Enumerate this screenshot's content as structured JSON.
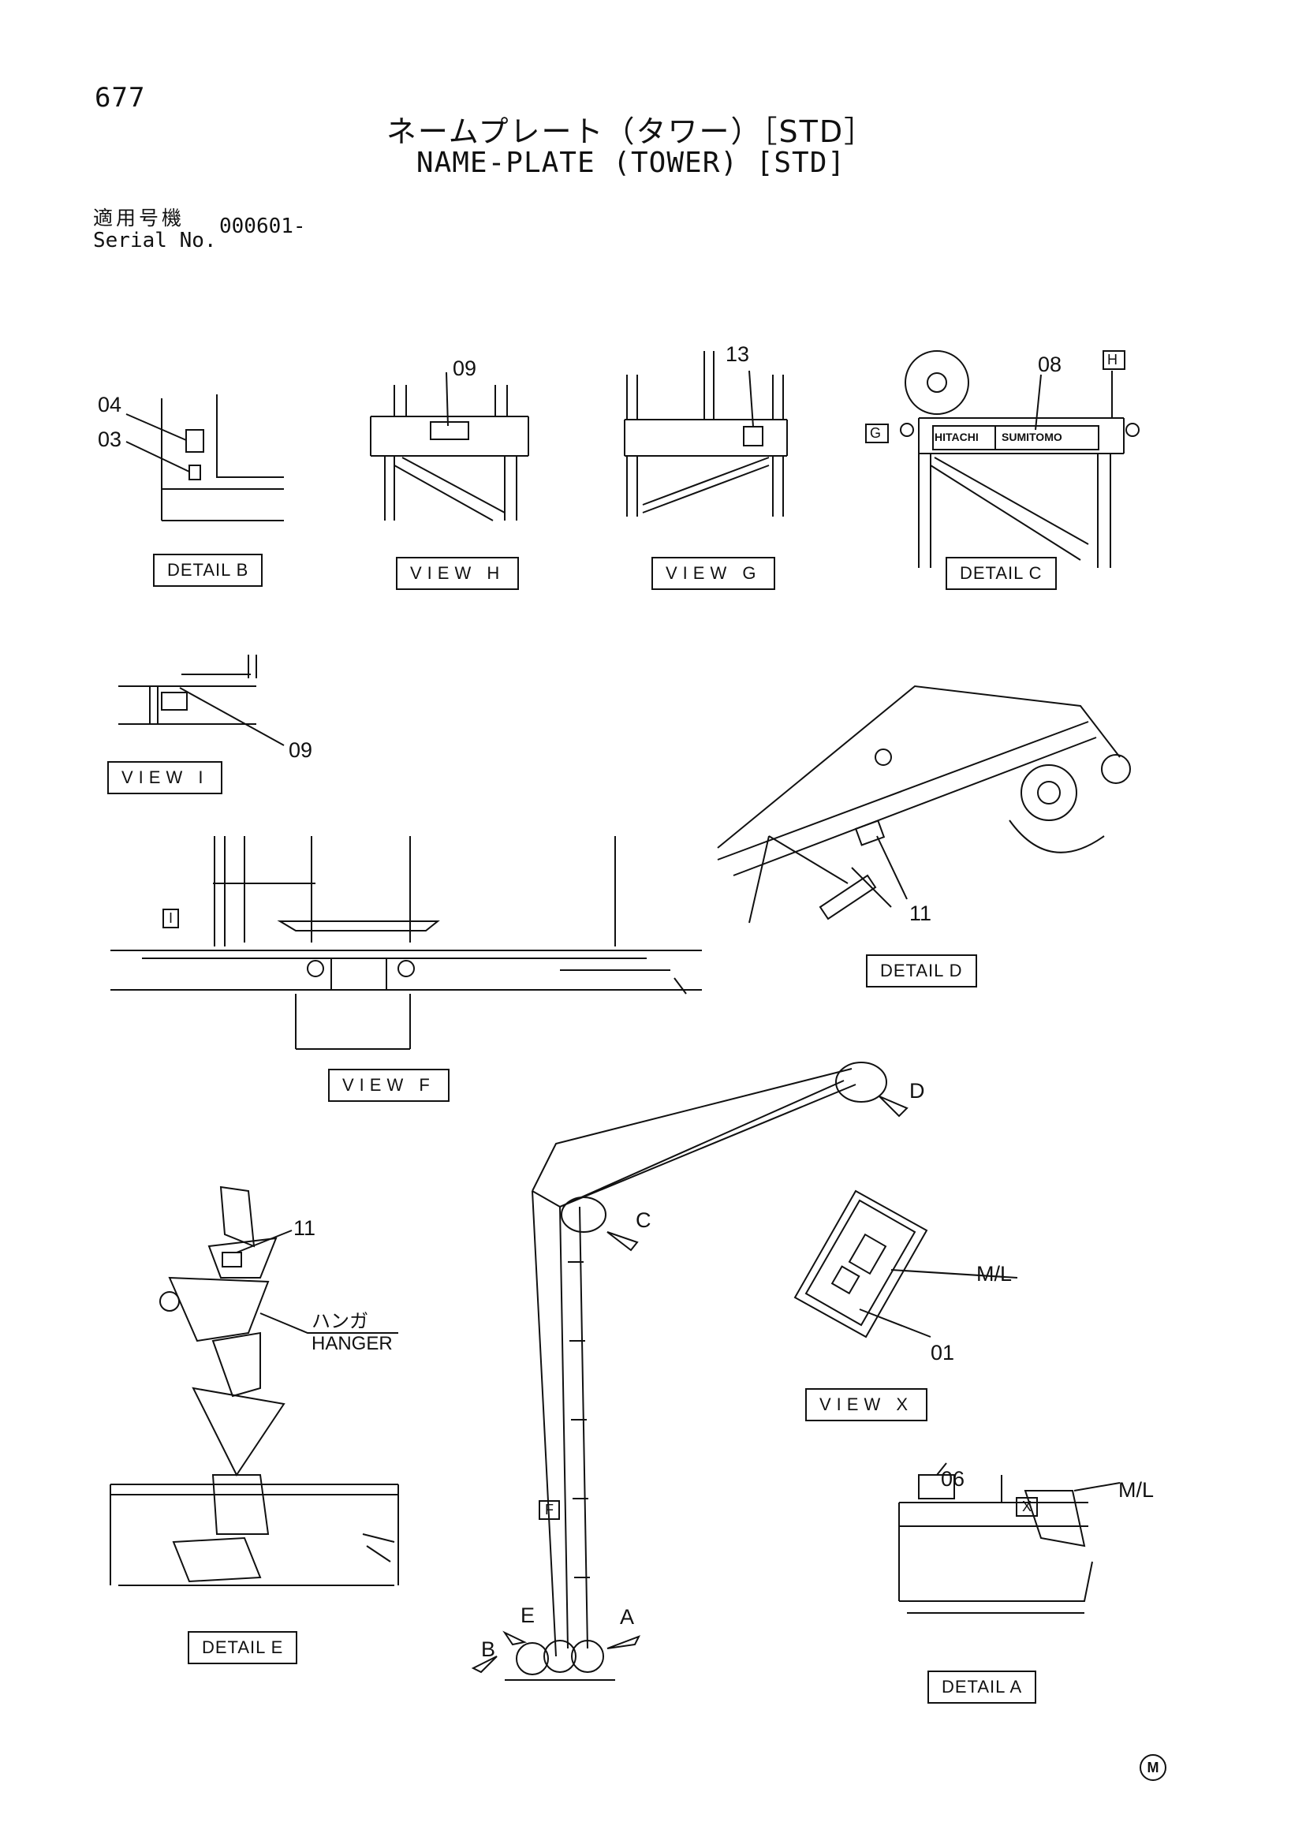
{
  "header": {
    "page_number": "677",
    "title_jp": "ネームプレート（タワー）［STD］",
    "title_en": "NAME-PLATE (TOWER) [STD]",
    "serial_label_jp": "適用号機",
    "serial_label_en": "Serial No.",
    "serial_value": "000601-"
  },
  "views": {
    "detail_b": "DETAIL B",
    "view_h": "VIEW H",
    "view_g": "VIEW G",
    "detail_c": "DETAIL C",
    "view_i": "VIEW I",
    "detail_d": "DETAIL D",
    "view_f": "VIEW F",
    "view_x": "VIEW X",
    "detail_e": "DETAIL E",
    "detail_a": "DETAIL A"
  },
  "callouts": {
    "c04": "04",
    "c03": "03",
    "c09_h": "09",
    "c13": "13",
    "c08": "08",
    "c09_i": "09",
    "c11_d": "11",
    "c11_e": "11",
    "c06": "06",
    "c01": "01",
    "ml_x": "M/L",
    "ml_a": "M/L"
  },
  "arrows": {
    "g": "G",
    "h": "H",
    "i": "I",
    "f": "F",
    "x": "X"
  },
  "balloons": {
    "a": "A",
    "b": "B",
    "c": "C",
    "d": "D",
    "e": "E"
  },
  "brand_plate": {
    "left": "HITACHI",
    "right": "SUMITOMO"
  },
  "hanger": {
    "jp": "ハンガ",
    "en": "HANGER"
  },
  "footer_mark": "M"
}
